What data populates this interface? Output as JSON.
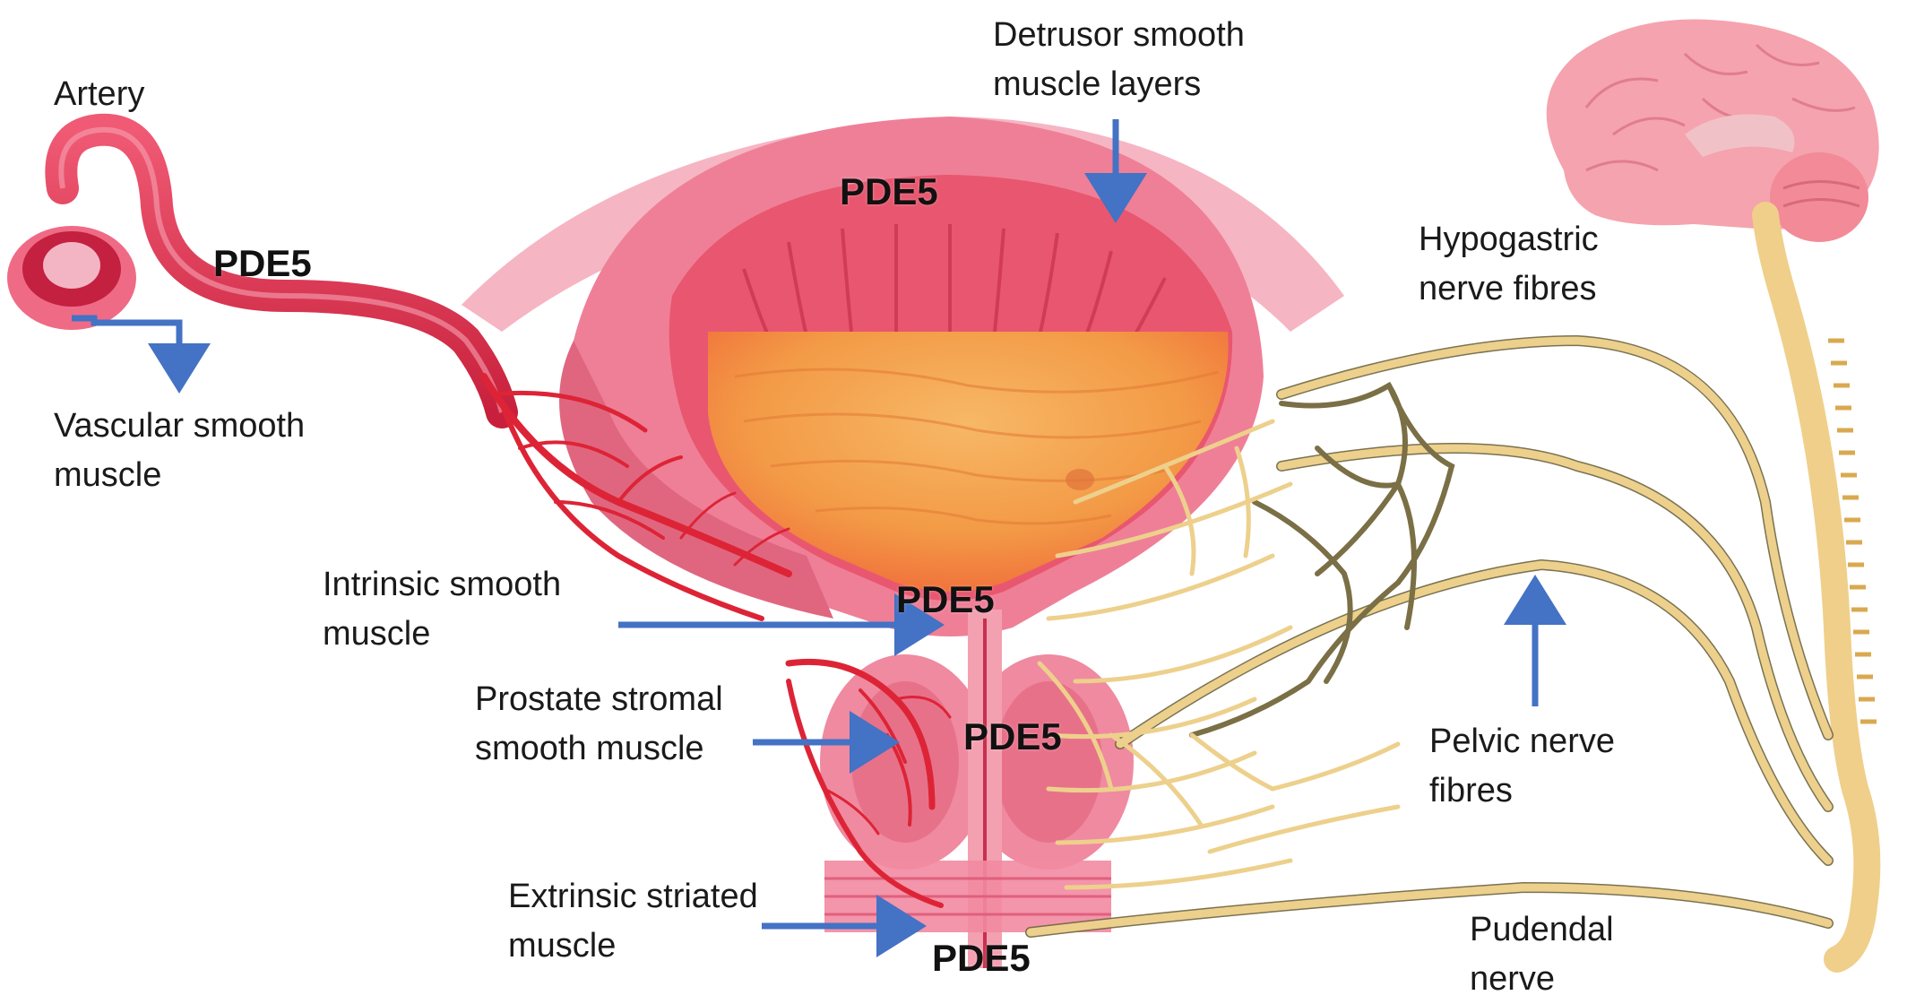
{
  "labels": {
    "artery": "Artery",
    "vascular_line1": "Vascular smooth",
    "vascular_line2": "muscle",
    "detrusor_line1": "Detrusor smooth",
    "detrusor_line2": "muscle layers",
    "hypogastric_line1": "Hypogastric",
    "hypogastric_line2": "nerve fibres",
    "intrinsic_line1": "Intrinsic smooth",
    "intrinsic_line2": "muscle",
    "prostate_line1": "Prostate stromal",
    "prostate_line2": "smooth muscle",
    "pelvic_line1": "Pelvic nerve",
    "pelvic_line2": "fibres",
    "extrinsic_line1": "Extrinsic striated",
    "extrinsic_line2": "muscle",
    "pudendal_line1": "Pudendal",
    "pudendal_line2": "nerve"
  },
  "markers": {
    "pde5": "PDE5"
  },
  "colors": {
    "arrow": "#4472c4",
    "artery": "#d9304a",
    "bladder_wall": "#ef7f97",
    "bladder_inner": "#e8576f",
    "urine": "#f5a24a",
    "nerve": "#edd08c",
    "nerve_dark": "#6b6440",
    "brain": "#f5a3ae"
  }
}
